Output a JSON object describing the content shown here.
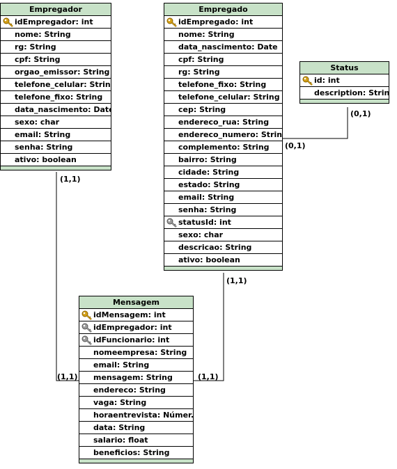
{
  "colors": {
    "header_fill": "#c8e2c8",
    "primary_key": "#d4a017",
    "foreign_key": "#9a9a9a"
  },
  "entities": {
    "empregador": {
      "title": "Empregador",
      "fields": [
        {
          "text": "idEmpregador: int",
          "key": "primary"
        },
        {
          "text": "nome: String",
          "key": ""
        },
        {
          "text": "rg: String",
          "key": ""
        },
        {
          "text": "cpf: String",
          "key": ""
        },
        {
          "text": "orgao_emissor: String",
          "key": ""
        },
        {
          "text": "telefone_celular: String",
          "key": ""
        },
        {
          "text": "telefone_fixo: String",
          "key": ""
        },
        {
          "text": "data_nascimento: Date",
          "key": ""
        },
        {
          "text": "sexo: char",
          "key": ""
        },
        {
          "text": "email: String",
          "key": ""
        },
        {
          "text": "senha: String",
          "key": ""
        },
        {
          "text": "ativo: boolean",
          "key": ""
        }
      ]
    },
    "empregado": {
      "title": "Empregado",
      "fields": [
        {
          "text": "idEmpregado: int",
          "key": "primary"
        },
        {
          "text": "nome: String",
          "key": ""
        },
        {
          "text": "data_nascimento: Date",
          "key": ""
        },
        {
          "text": "cpf: String",
          "key": ""
        },
        {
          "text": "rg: String",
          "key": ""
        },
        {
          "text": "telefone_fixo: String",
          "key": ""
        },
        {
          "text": "telefone_celular: String",
          "key": ""
        },
        {
          "text": "cep: String",
          "key": ""
        },
        {
          "text": "endereco_rua: String",
          "key": ""
        },
        {
          "text": "endereco_numero: String",
          "key": ""
        },
        {
          "text": "complemento: String",
          "key": ""
        },
        {
          "text": "bairro: String",
          "key": ""
        },
        {
          "text": "cidade: String",
          "key": ""
        },
        {
          "text": "estado: String",
          "key": ""
        },
        {
          "text": "email: String",
          "key": ""
        },
        {
          "text": "senha: String",
          "key": ""
        },
        {
          "text": "statusId: int",
          "key": "foreign"
        },
        {
          "text": "sexo: char",
          "key": ""
        },
        {
          "text": "descricao: String",
          "key": ""
        },
        {
          "text": "ativo: boolean",
          "key": ""
        }
      ]
    },
    "status": {
      "title": "Status",
      "fields": [
        {
          "text": "id: int",
          "key": "primary"
        },
        {
          "text": "description: String",
          "key": ""
        }
      ]
    },
    "mensagem": {
      "title": "Mensagem",
      "fields": [
        {
          "text": "idMensagem: int",
          "key": "primary"
        },
        {
          "text": "idEmpregador: int",
          "key": "foreign"
        },
        {
          "text": "idFuncionario: int",
          "key": "foreign"
        },
        {
          "text": "nomeempresa: String",
          "key": ""
        },
        {
          "text": "email: String",
          "key": ""
        },
        {
          "text": "mensagem: String",
          "key": ""
        },
        {
          "text": "endereco: String",
          "key": ""
        },
        {
          "text": "vaga: String",
          "key": ""
        },
        {
          "text": "horaentrevista: Númer...",
          "key": ""
        },
        {
          "text": "data: String",
          "key": ""
        },
        {
          "text": "salario: float",
          "key": ""
        },
        {
          "text": "beneficios: String",
          "key": ""
        }
      ]
    }
  },
  "cardinalities": {
    "empregador_side": "(1,1)",
    "mensagem_left": "(1,1)",
    "empregado_bottom": "(1,1)",
    "mensagem_right": "(1,1)",
    "status_side": "(0,1)",
    "empregado_right": "(0,1)"
  }
}
